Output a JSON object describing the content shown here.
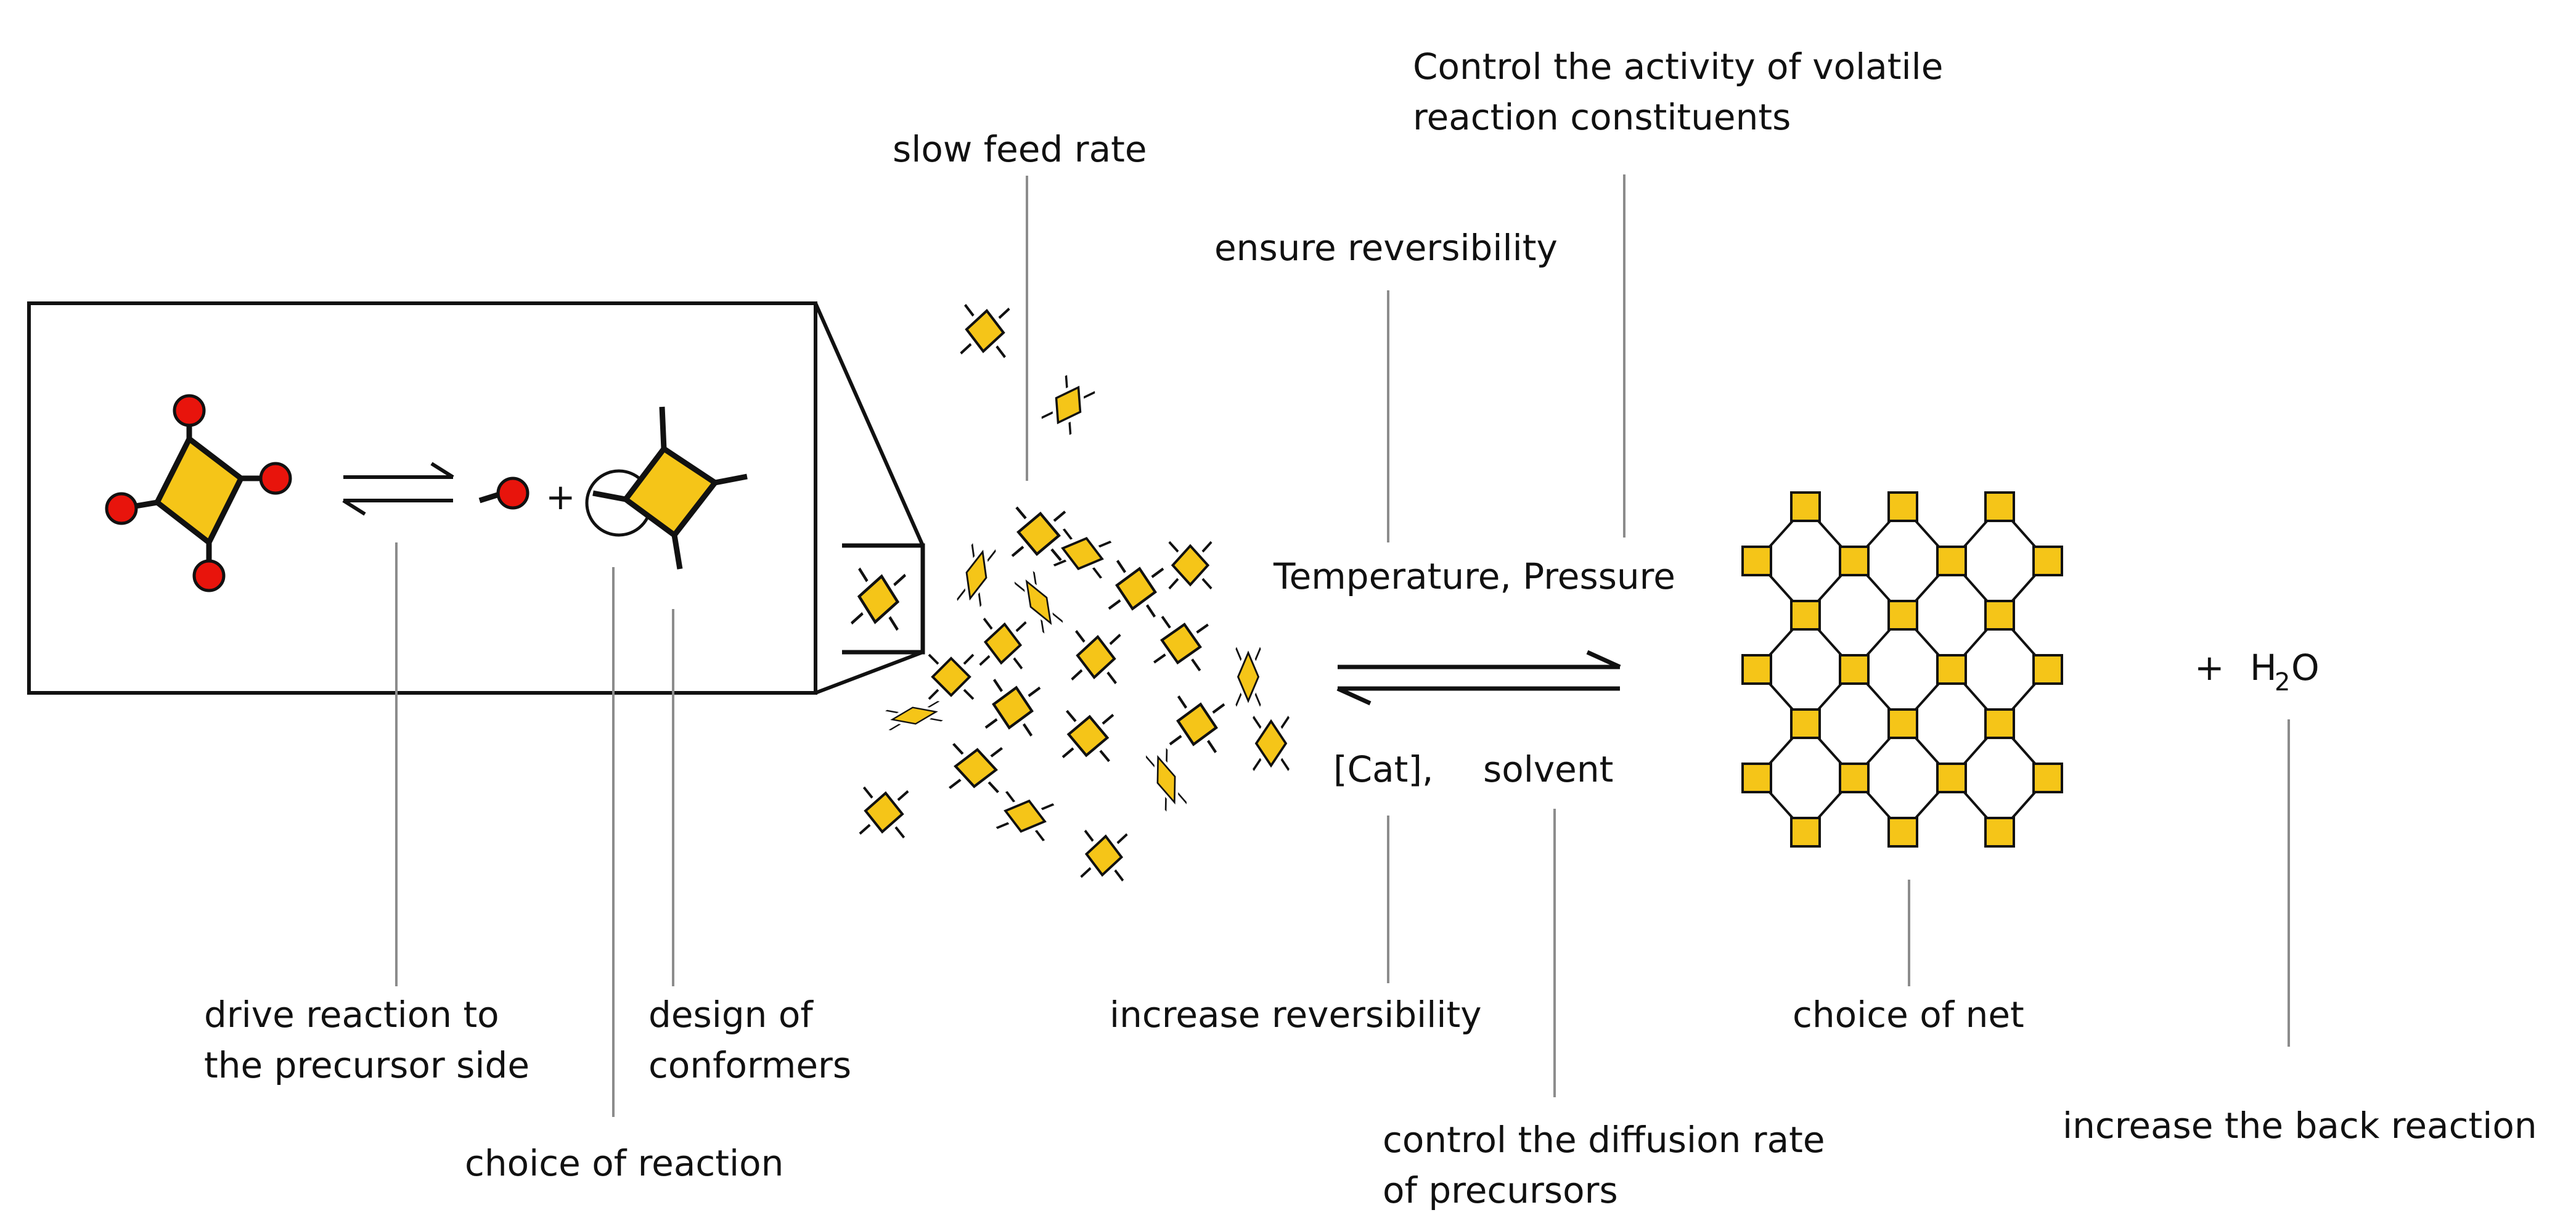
{
  "labels": {
    "control_volatile_line1": "Control the activity of volatile",
    "control_volatile_line2": "reaction constituents",
    "slow_feed_rate": "slow feed rate",
    "ensure_reversibility": "ensure reversibility",
    "temperature_pressure": "Temperature, Pressure",
    "cat": "[Cat],",
    "solvent": "solvent",
    "plus_water_plus": "+",
    "water_h": "H",
    "water_sub": "2",
    "water_o": "O",
    "drive_line1": "drive reaction to",
    "drive_line2": "the precursor side",
    "design_line1": "design of",
    "design_line2": "conformers",
    "choice_of_reaction": "choice of reaction",
    "increase_reversibility": "increase reversibility",
    "choice_of_net": "choice of net",
    "diffusion_line1": "control the diffusion rate",
    "diffusion_line2": "of precursors",
    "back_reaction": "increase the back reaction",
    "inset_plus": "+"
  },
  "colors": {
    "node_fill": "#f5c518",
    "atom_fill": "#e8140c",
    "line": "#111111",
    "leader": "#8c8c8c"
  }
}
